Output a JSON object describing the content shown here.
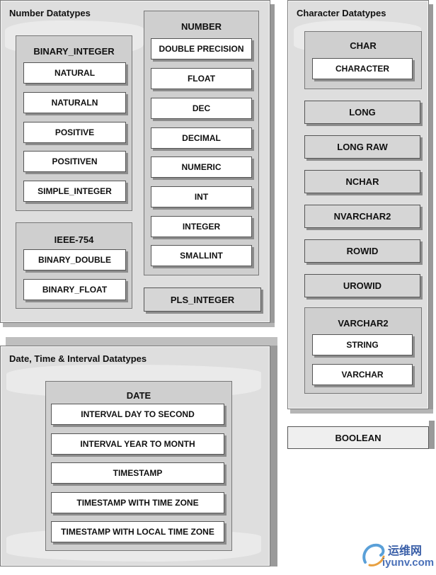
{
  "number_panel": {
    "title": "Number Datatypes",
    "binary_integer": {
      "title": "BINARY_INTEGER",
      "items": [
        "NATURAL",
        "NATURALN",
        "POSITIVE",
        "POSITIVEN",
        "SIMPLE_INTEGER"
      ]
    },
    "ieee": {
      "title": "IEEE-754",
      "items": [
        "BINARY_DOUBLE",
        "BINARY_FLOAT"
      ]
    },
    "number": {
      "title": "NUMBER",
      "items": [
        "DOUBLE PRECISION",
        "FLOAT",
        "DEC",
        "DECIMAL",
        "NUMERIC",
        "INT",
        "INTEGER",
        "SMALLINT"
      ]
    },
    "pls_integer": "PLS_INTEGER"
  },
  "character_panel": {
    "title": "Character Datatypes",
    "char": {
      "title": "CHAR",
      "items": [
        "CHARACTER"
      ]
    },
    "items": [
      "LONG",
      "LONG RAW",
      "NCHAR",
      "NVARCHAR2",
      "ROWID",
      "UROWID"
    ],
    "varchar2": {
      "title": "VARCHAR2",
      "items": [
        "STRING",
        "VARCHAR"
      ]
    }
  },
  "boolean": "BOOLEAN",
  "date_panel": {
    "title": "Date, Time & Interval Datatypes",
    "date": {
      "title": "DATE",
      "items": [
        "INTERVAL DAY TO SECOND",
        "INTERVAL YEAR TO MONTH",
        "TIMESTAMP",
        "TIMESTAMP WITH TIME ZONE",
        "TIMESTAMP WITH LOCAL TIME ZONE"
      ]
    }
  },
  "watermark": {
    "cn": "运维网",
    "url": "iyunv.com"
  },
  "colors": {
    "panel": "#dedede",
    "group": "#cfcfcf",
    "box": "#ffffff"
  }
}
